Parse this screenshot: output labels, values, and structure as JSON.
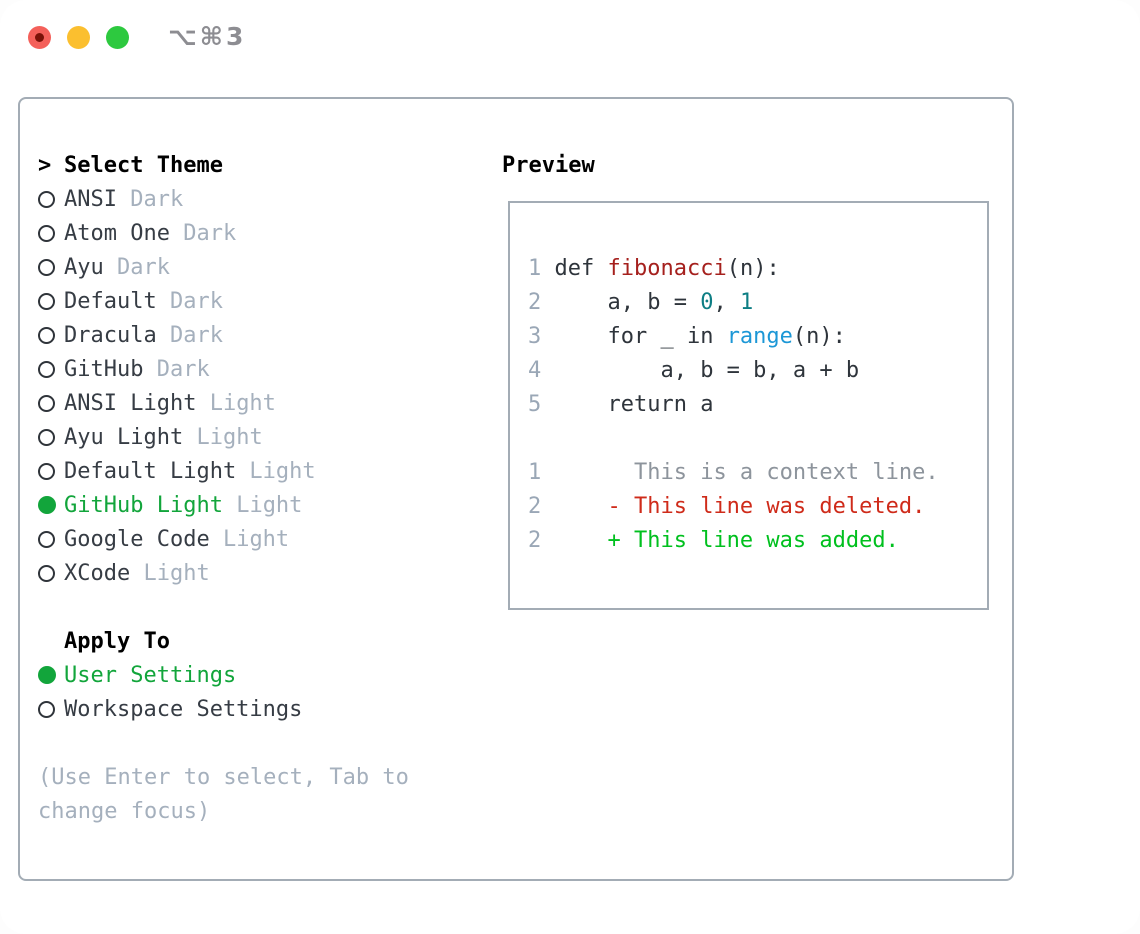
{
  "window": {
    "title": "⌥⌘3"
  },
  "titlebar": {
    "traffic_lights": [
      {
        "id": "close",
        "color": "#f4605a"
      },
      {
        "id": "minimize",
        "color": "#fbbf2f"
      },
      {
        "id": "zoom",
        "color": "#2dc93f"
      }
    ]
  },
  "theme_picker": {
    "prompt": ">",
    "title": "Select Theme",
    "items": [
      {
        "name": "ANSI",
        "tag": "Dark",
        "selected": false
      },
      {
        "name": "Atom One",
        "tag": "Dark",
        "selected": false
      },
      {
        "name": "Ayu",
        "tag": "Dark",
        "selected": false
      },
      {
        "name": "Default",
        "tag": "Dark",
        "selected": false
      },
      {
        "name": "Dracula",
        "tag": "Dark",
        "selected": false
      },
      {
        "name": "GitHub",
        "tag": "Dark",
        "selected": false
      },
      {
        "name": "ANSI Light",
        "tag": "Light",
        "selected": false
      },
      {
        "name": "Ayu Light",
        "tag": "Light",
        "selected": false
      },
      {
        "name": "Default Light",
        "tag": "Light",
        "selected": false
      },
      {
        "name": "GitHub Light",
        "tag": "Light",
        "selected": true
      },
      {
        "name": "Google Code",
        "tag": "Light",
        "selected": false
      },
      {
        "name": "XCode",
        "tag": "Light",
        "selected": false
      }
    ]
  },
  "apply_to": {
    "title": "Apply To",
    "options": [
      {
        "name": "User Settings",
        "selected": true
      },
      {
        "name": "Workspace Settings",
        "selected": false
      }
    ]
  },
  "footer": {
    "line1": "(Use Enter to select, Tab to",
    "line2": "change focus)"
  },
  "preview": {
    "title": "Preview",
    "lines": [
      {
        "num": "1",
        "parts": [
          [
            "def ",
            "code"
          ],
          [
            "fibonacci",
            "fn"
          ],
          [
            "(n):",
            "code"
          ]
        ]
      },
      {
        "num": "2",
        "parts": [
          [
            "    a, b = ",
            "code"
          ],
          [
            "0",
            "lit"
          ],
          [
            ", ",
            "code"
          ],
          [
            "1",
            "lit"
          ]
        ]
      },
      {
        "num": "3",
        "parts": [
          [
            "    for _ in ",
            "code"
          ],
          [
            "range",
            "call"
          ],
          [
            "(n):",
            "code"
          ]
        ]
      },
      {
        "num": "4",
        "parts": [
          [
            "        a, b = b, a + b",
            "code"
          ]
        ]
      },
      {
        "num": "5",
        "parts": [
          [
            "    return a",
            "code"
          ]
        ]
      },
      {
        "num": "",
        "parts": []
      },
      {
        "num": "1",
        "parts": [
          [
            "      This is a context line.",
            "ctx"
          ]
        ]
      },
      {
        "num": "2",
        "parts": [
          [
            "    - This line was deleted.",
            "del"
          ]
        ]
      },
      {
        "num": "2",
        "parts": [
          [
            "    + This line was added.",
            "add"
          ]
        ]
      }
    ]
  },
  "colors": {
    "accent_green": "#12a53b",
    "diff_added_green": "#00c01e",
    "diff_deleted_red": "#cf2b1a",
    "function_red": "#a5201d",
    "number_teal": "#0d7e84",
    "call_blue": "#1c97d6",
    "muted_gray": "#a5b0bd",
    "border_gray": "#a3acb5",
    "text_dark": "#363c44"
  }
}
